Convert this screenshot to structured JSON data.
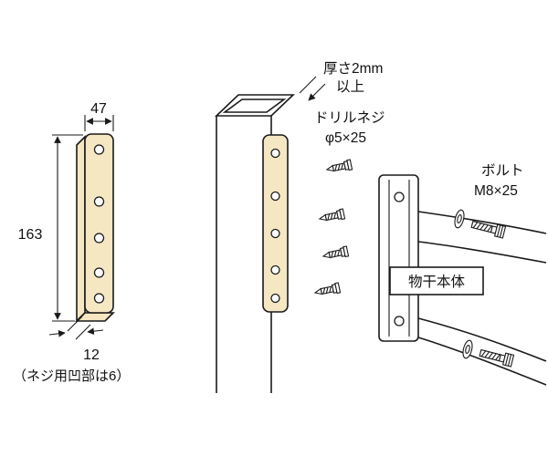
{
  "left_view": {
    "dim_width": "47",
    "dim_height": "163",
    "dim_depth": "12",
    "note": "（ネジ用凹部は6）"
  },
  "assembly_view": {
    "thickness_label": {
      "line1": "厚さ2mm",
      "line2": "以上"
    },
    "screw_label": {
      "line1": "ドリルネジ",
      "line2": "φ5×25"
    },
    "bolt_label": {
      "line1": "ボルト",
      "line2": "M8×25"
    },
    "body_label": "物干本体"
  },
  "colors": {
    "plate_fill": "#F5E7C2",
    "line": "#1A1A1A",
    "background": "#FFFFFF"
  }
}
